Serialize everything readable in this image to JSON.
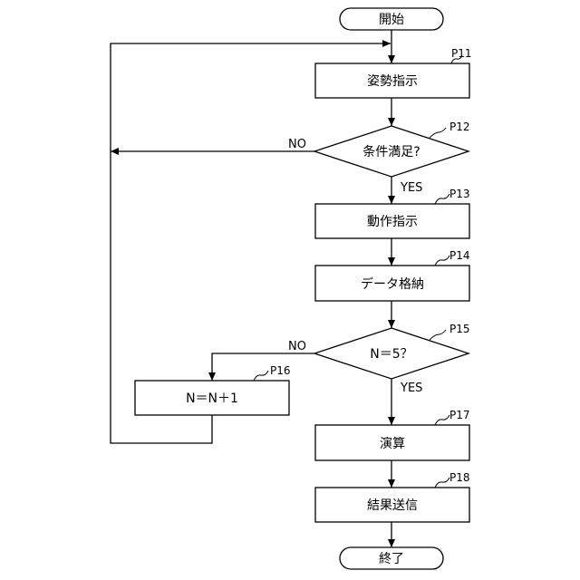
{
  "nodes": {
    "start": "開始",
    "p11": "姿勢指示",
    "p12": "条件満足?",
    "p13": "動作指示",
    "p14": "データ格納",
    "p15": "N＝5？",
    "p16": "N＝N＋1",
    "p17": "演算",
    "p18": "結果送信",
    "end": "終了"
  },
  "refs": {
    "p11": "P11",
    "p12": "P12",
    "p13": "P13",
    "p14": "P14",
    "p15": "P15",
    "p16": "P16",
    "p17": "P17",
    "p18": "P18"
  },
  "labels": {
    "p12_no": "NO",
    "p12_yes": "YES",
    "p15_no": "NO",
    "p15_yes": "YES"
  }
}
